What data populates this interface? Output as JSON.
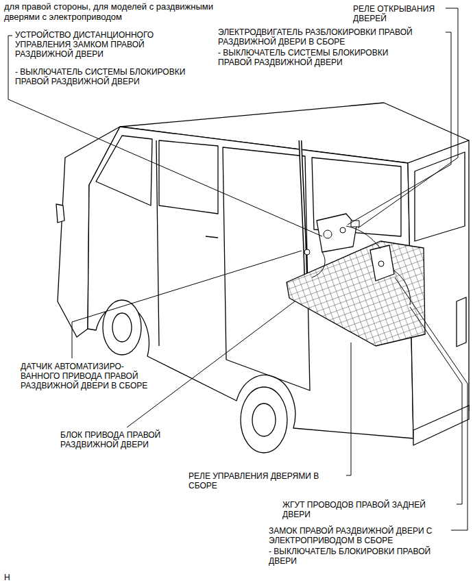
{
  "diagram": {
    "title": "для правой стороны, для моделей с раздвижными дверями с электроприводом",
    "labels": [
      "РЕЛЕ ОТКРЫВАНИЯ ДВЕРЕЙ",
      "ЭЛЕКТРОДВИГАТЕЛЬ РАЗБЛОКИРОВКИ ПРАВОЙ РАЗДВИЖНОЙ ДВЕРИ В СБОРЕ",
      "- ВЫКЛЮЧАТЕЛЬ СИСТЕМЫ БЛОКИРОВКИ ПРАВОЙ РАЗДВИЖНОЙ ДВЕРИ",
      "УСТРОЙСТВО ДИСТАНЦИОННОГО УПРАВЛЕНИЯ ЗАМКОМ ПРАВОЙ РАЗДВИЖНОЙ ДВЕРИ",
      "- ВЫКЛЮЧАТЕЛЬ СИСТЕМЫ БЛОКИРОВКИ ПРАВОЙ РАЗДВИЖНОЙ ДВЕРИ",
      "ДАТЧИК АВТОМАТИЗИРО- ВАННОГО ПРИВОДА ПРАВОЙ РАЗДВИЖНОЙ ДВЕРИ В СБОРЕ",
      "БЛОК ПРИВОДА ПРАВОЙ РАЗДВИЖНОЙ ДВЕРИ",
      "РЕЛЕ УПРАВЛЕНИЯ ДВЕРЯМИ В СБОРЕ",
      "ЖГУТ ПРОВОДОВ ПРАВОЙ ЗАДНЕЙ ДВЕРИ",
      "ЗАМОК ПРАВОЙ РАЗДВИЖНОЙ ДВЕРИ С ЭЛЕКТРОПРИВОДОМ В СБОРЕ",
      "- ВЫКЛЮЧАТЕЛЬ БЛОКИРОВКИ ПРАВОЙ ДВЕРИ",
      "H"
    ]
  }
}
